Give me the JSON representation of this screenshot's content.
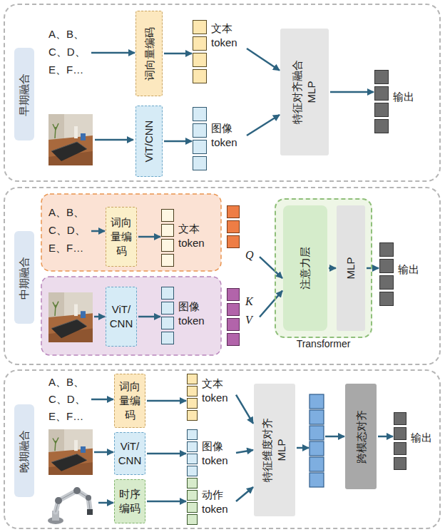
{
  "diagram": {
    "nodes": [
      {
        "text": [
          "早期融合"
        ]
      },
      {
        "text": [
          "A、B、 C、D、 E、F…"
        ],
        "in": 0
      },
      {
        "text": [
          "词向量编码"
        ],
        "in": 0
      },
      {
        "text": [
          "文本 token"
        ],
        "in": 0
      },
      {
        "text": [
          "ViT/CNN"
        ],
        "in": 0
      },
      {
        "text": [
          "图像 token"
        ],
        "in": 0
      },
      {
        "text": [
          "特征对齐融合 MLP"
        ],
        "in": 0
      },
      {
        "text": [
          "输出"
        ],
        "in": 0
      },
      {
        "text": [
          "中期融合"
        ]
      },
      {
        "text": [
          "A、B、 C、D、 E、F…"
        ],
        "in": 8
      },
      {
        "text": [
          "词向量编码"
        ],
        "in": 8
      },
      {
        "text": [
          "文本 token"
        ],
        "in": 8
      },
      {
        "text": [
          "Q"
        ],
        "in": 8
      },
      {
        "text": [
          "ViT/ CNN"
        ],
        "in": 8
      },
      {
        "text": [
          "图像 token"
        ],
        "in": 8
      },
      {
        "text": [
          "K",
          "V"
        ],
        "in": 8
      },
      {
        "text": [
          "Transformer"
        ],
        "in": 8
      },
      {
        "text": [
          "注意力层"
        ],
        "in": 16
      },
      {
        "text": [
          "MLP"
        ],
        "in": 16
      },
      {
        "text": [
          "输出"
        ],
        "in": 8
      },
      {
        "text": [
          "晚期融合"
        ]
      },
      {
        "text": [
          "A、B、 C、D、 E、F…"
        ],
        "in": 20
      },
      {
        "text": [
          "词向量编码"
        ],
        "in": 20
      },
      {
        "text": [
          "文本 token"
        ],
        "in": 20
      },
      {
        "text": [
          "ViT/ CNN"
        ],
        "in": 20
      },
      {
        "text": [
          "图像 token"
        ],
        "in": 20
      },
      {
        "text": [
          "时序编码"
        ],
        "in": 20
      },
      {
        "text": [
          "动作 token"
        ],
        "in": 20
      },
      {
        "text": [
          "特征维度对齐 MLP"
        ],
        "in": 20
      },
      {
        "text": [
          "跨模态对齐"
        ],
        "in": 20
      },
      {
        "text": [
          "输出"
        ],
        "in": 20
      }
    ],
    "edges": [
      {
        "from": 1,
        "to": 2,
        "arrow": "to"
      },
      {
        "from": 2,
        "to": 3,
        "arrow": "to"
      },
      {
        "from": 4,
        "to": 5,
        "arrow": "to"
      },
      {
        "from": 3,
        "to": 6,
        "arrow": "to"
      },
      {
        "from": 5,
        "to": 6,
        "arrow": "to"
      },
      {
        "from": 6,
        "to": 7,
        "arrow": "to"
      },
      {
        "from": 9,
        "to": 10,
        "arrow": "to"
      },
      {
        "from": 10,
        "to": 11,
        "arrow": "to"
      },
      {
        "from": 13,
        "to": 14,
        "arrow": "to"
      },
      {
        "from": 12,
        "to": 17,
        "arrow": "to"
      },
      {
        "from": 15,
        "to": 17,
        "arrow": "to"
      },
      {
        "from": 17,
        "to": 18,
        "arrow": "to"
      },
      {
        "from": 18,
        "to": 19,
        "arrow": "to"
      },
      {
        "from": 21,
        "to": 22,
        "arrow": "to"
      },
      {
        "from": 22,
        "to": 23,
        "arrow": "to"
      },
      {
        "from": 24,
        "to": 25,
        "arrow": "to"
      },
      {
        "from": 26,
        "to": 27,
        "arrow": "to"
      },
      {
        "from": 23,
        "to": 28,
        "arrow": "to"
      },
      {
        "from": 25,
        "to": 28,
        "arrow": "to"
      },
      {
        "from": 27,
        "to": 28,
        "arrow": "to"
      },
      {
        "from": 29,
        "to": 30,
        "arrow": "to"
      }
    ]
  }
}
